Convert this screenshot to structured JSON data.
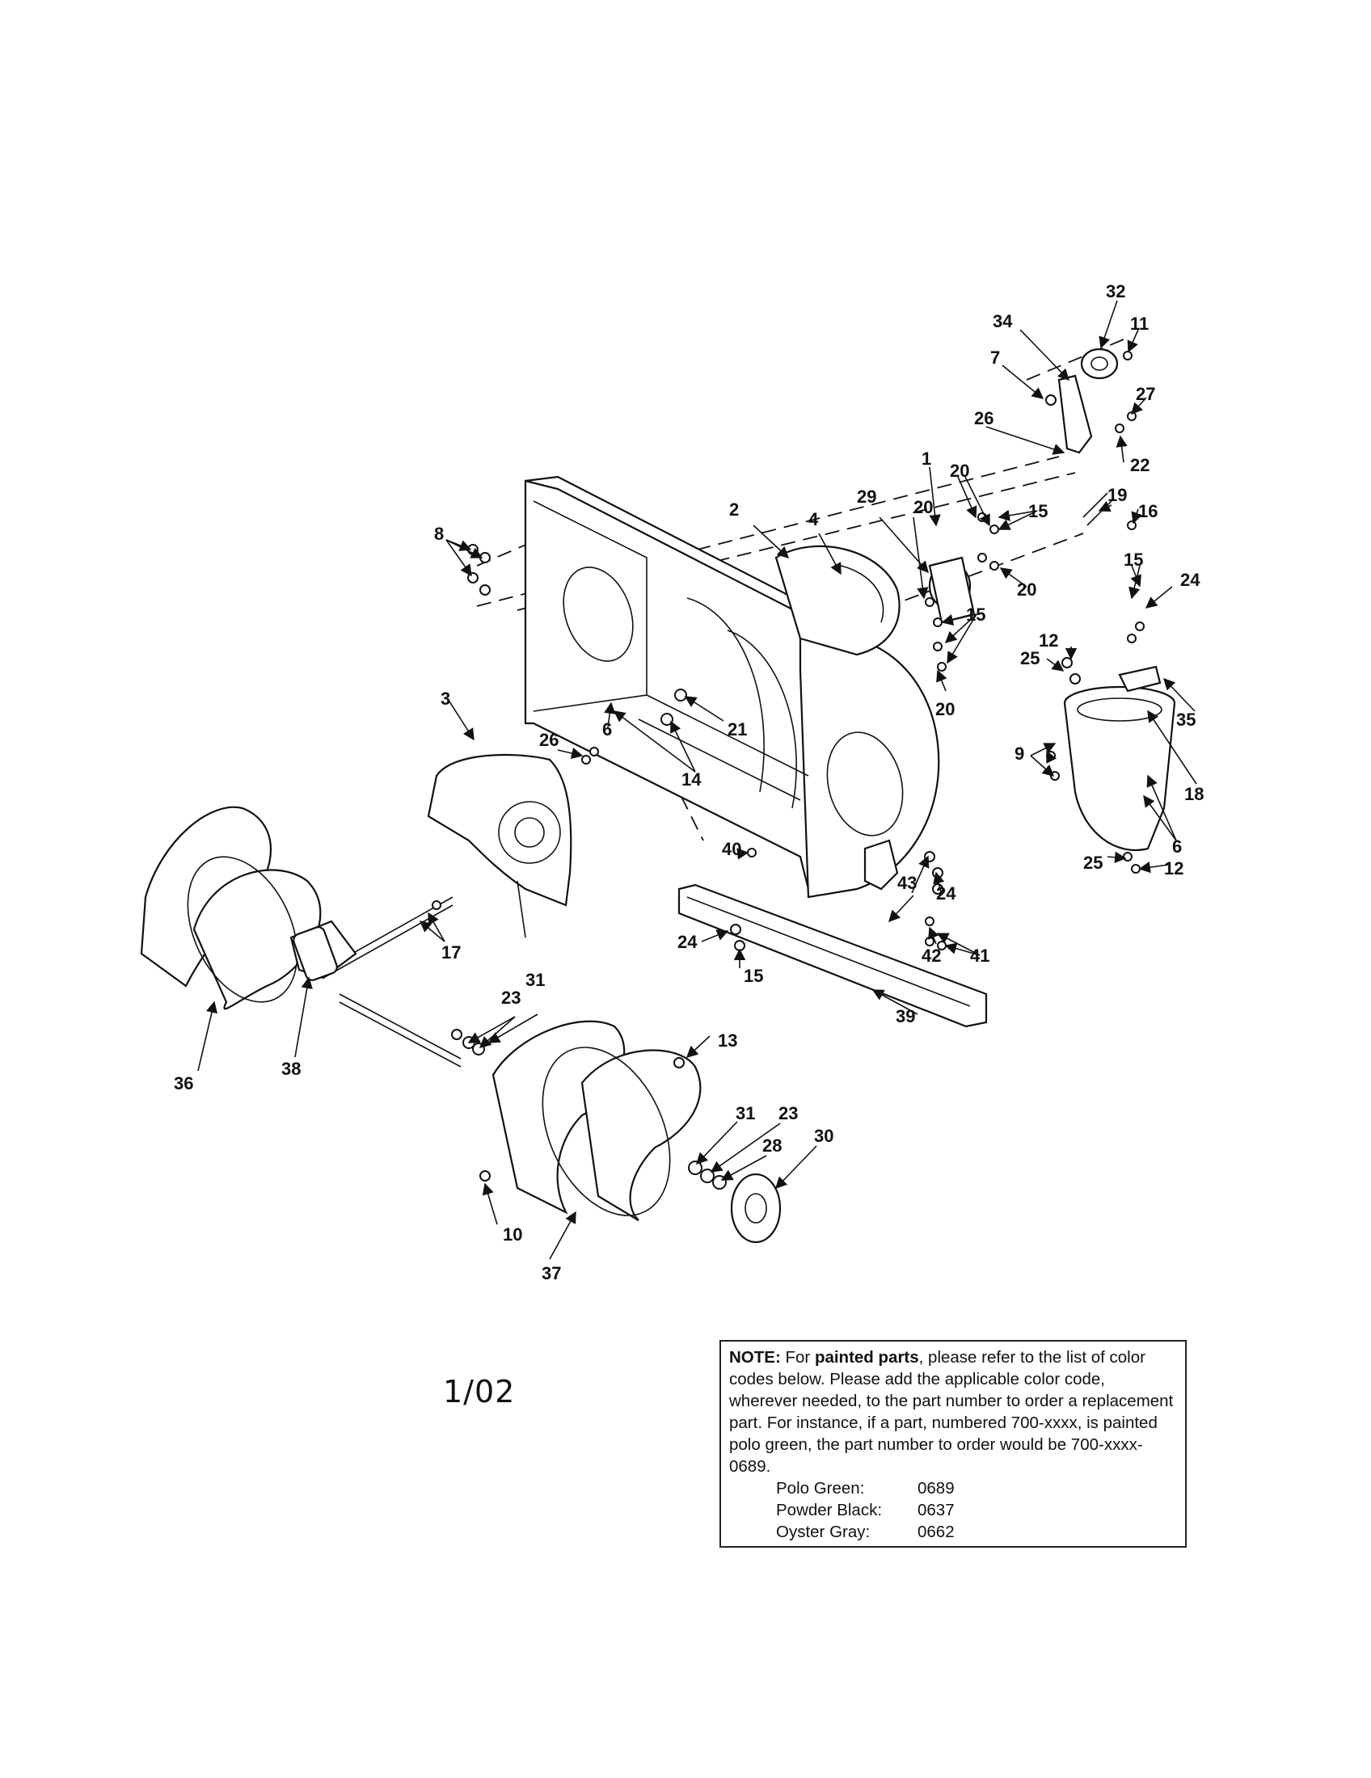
{
  "callouts": {
    "c1": "1",
    "c2": "2",
    "c3": "3",
    "c4": "4",
    "c6a": "6",
    "c6b": "6",
    "c7": "7",
    "c8": "8",
    "c9": "9",
    "c10": "10",
    "c11": "11",
    "c12a": "12",
    "c12b": "12",
    "c13": "13",
    "c14": "14",
    "c15a": "15",
    "c15b": "15",
    "c15c": "15",
    "c15d": "15",
    "c16": "16",
    "c17": "17",
    "c18": "18",
    "c19": "19",
    "c20a": "20",
    "c20b": "20",
    "c20c": "20",
    "c20d": "20",
    "c21": "21",
    "c22": "22",
    "c23a": "23",
    "c23b": "23",
    "c24a": "24",
    "c24b": "24",
    "c24c": "24",
    "c25a": "25",
    "c25b": "25",
    "c26a": "26",
    "c26b": "26",
    "c27": "27",
    "c28": "28",
    "c29": "29",
    "c30": "30",
    "c31a": "31",
    "c31b": "31",
    "c32": "32",
    "c34": "34",
    "c35": "35",
    "c36": "36",
    "c37": "37",
    "c38": "38",
    "c39": "39",
    "c40": "40",
    "c41": "41",
    "c42": "42",
    "c43": "43"
  },
  "page_date": "1/02",
  "note": {
    "label": "NOTE:",
    "text_before": "For",
    "emphasis": "painted parts",
    "text_after": ", please refer to the list of color codes below. Please add the applicable color code, wherever needed, to the part number to order a replacement part. For instance, if a part, numbered 700-xxxx, is painted polo green, the part number to order would be 700-xxxx-0689.",
    "colors": [
      {
        "name": "Polo Green:",
        "code": "0689"
      },
      {
        "name": "Powder Black:",
        "code": "0637"
      },
      {
        "name": "Oyster Gray:",
        "code": "0662"
      }
    ]
  }
}
